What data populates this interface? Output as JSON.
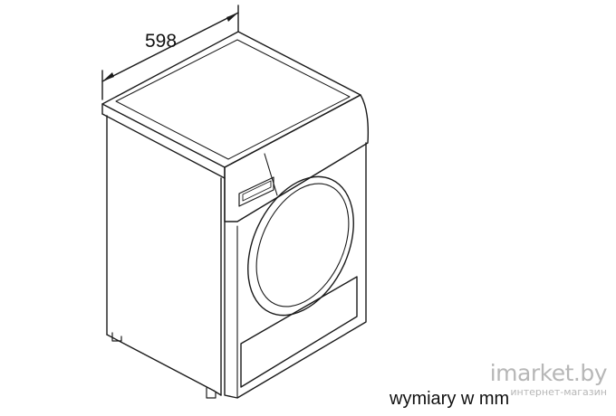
{
  "dimension": {
    "width_value": "598"
  },
  "caption": "wymiary w mm",
  "watermark": {
    "logo": "imarket.by",
    "tagline": "интернет-магазин"
  },
  "colors": {
    "line": "#1a1a1a",
    "watermark": "#b7b7b7"
  }
}
